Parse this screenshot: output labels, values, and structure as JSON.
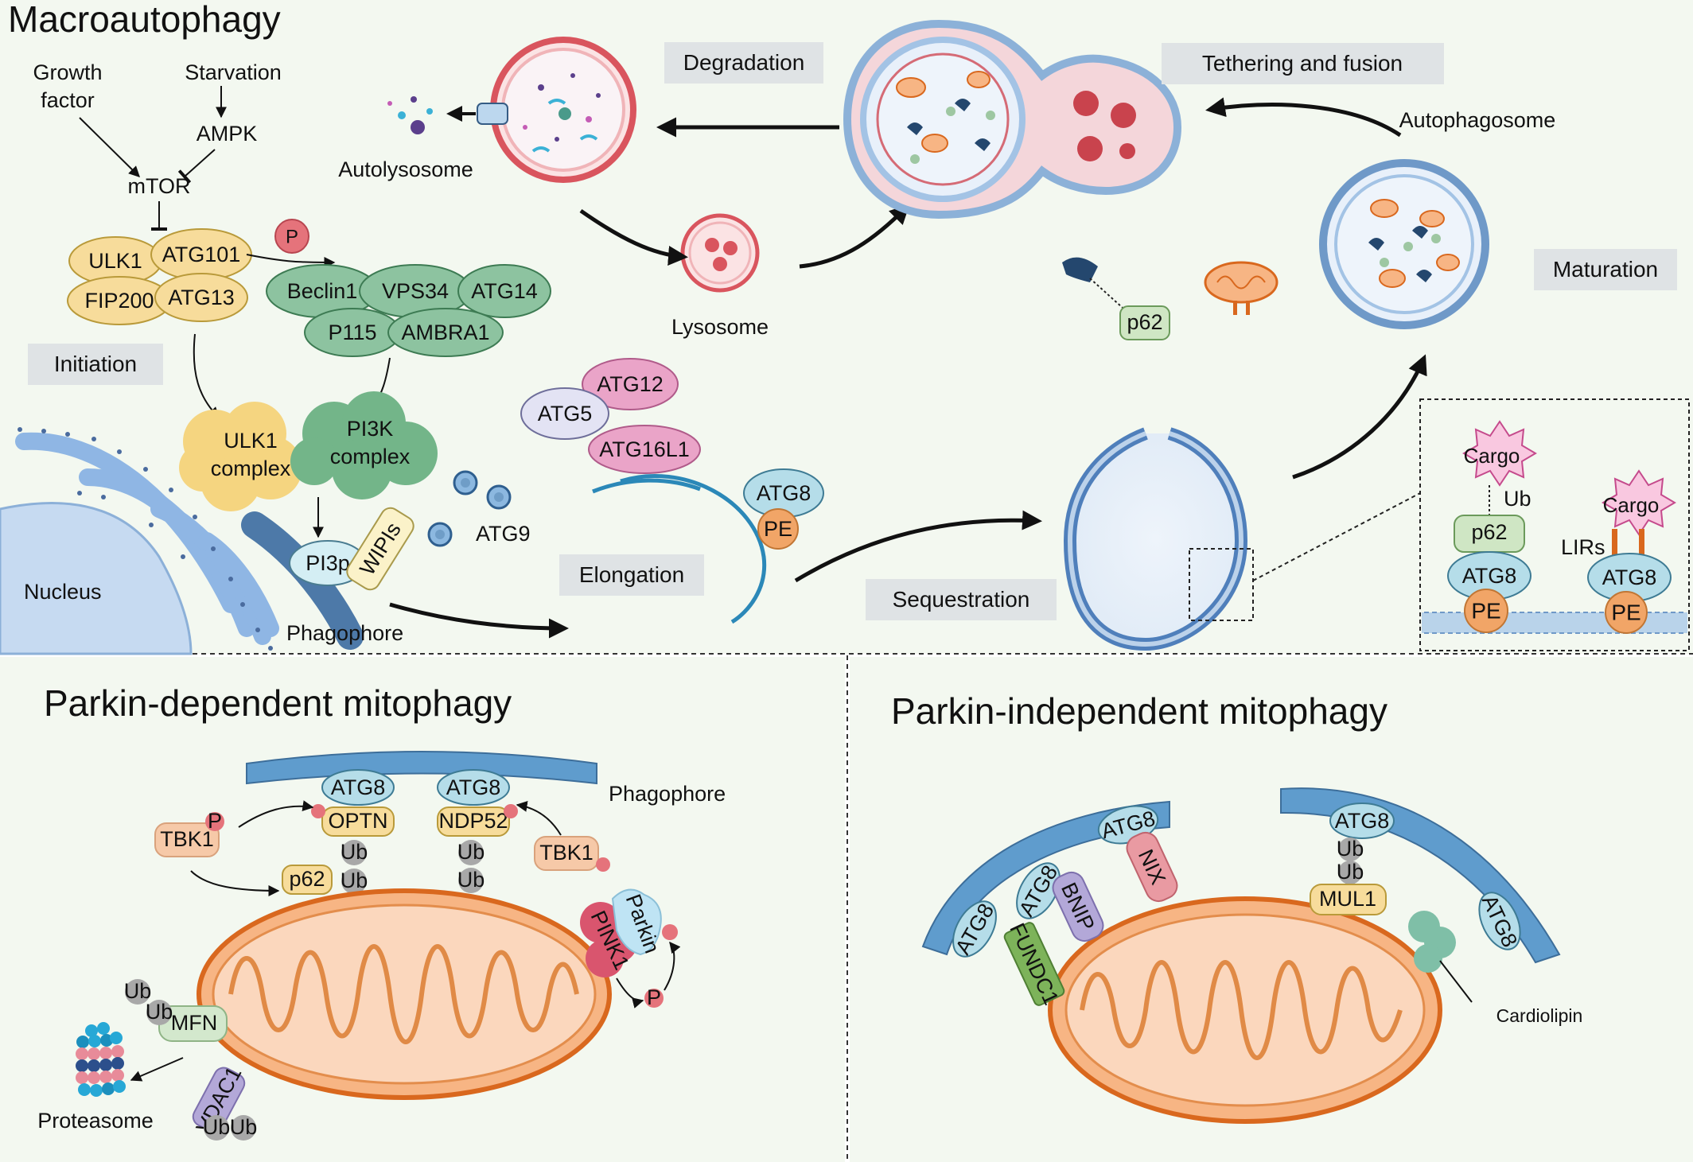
{
  "panels": {
    "macro": {
      "title": "Macroautophagy",
      "signals": {
        "growth_factor_1": "Growth",
        "growth_factor_2": "factor",
        "starvation": "Starvation",
        "ampk": "AMPK",
        "mtor": "mTOR"
      },
      "complexes": {
        "ulk1": "ULK1",
        "atg101": "ATG101",
        "fip200": "FIP200",
        "atg13": "ATG13",
        "p": "P",
        "beclin1": "Beclin1",
        "vps34": "VPS34",
        "atg14": "ATG14",
        "p115": "P115",
        "ambra1": "AMBRA1"
      },
      "stages": {
        "initiation": "Initiation",
        "elongation": "Elongation",
        "sequestration": "Sequestration",
        "maturation": "Maturation",
        "degradation": "Degradation",
        "tethering": "Tethering and fusion"
      },
      "cloud_labels": {
        "ulk1_complex_1": "ULK1",
        "ulk1_complex_2": "complex",
        "pi3k_complex_1": "PI3K",
        "pi3k_complex_2": "complex"
      },
      "structures": {
        "nucleus": "Nucleus",
        "phagophore": "Phagophore",
        "pi3p": "PI3p",
        "wipis": "WIPIs",
        "atg9": "ATG9",
        "autolysosome": "Autolysosome",
        "lysosome": "Lysosome",
        "autophagosome": "Autophagosome"
      },
      "elongation_proteins": {
        "atg12": "ATG12",
        "atg5": "ATG5",
        "atg16l1": "ATG16L1",
        "atg8": "ATG8",
        "pe": "PE"
      },
      "p62_label": "p62",
      "inset": {
        "cargo": "Cargo",
        "ub": "Ub",
        "p62": "p62",
        "atg8": "ATG8",
        "pe": "PE",
        "lirs": "LIRs"
      }
    },
    "parkin_dep": {
      "title": "Parkin-dependent mitophagy",
      "phagophore": "Phagophore",
      "atg8": "ATG8",
      "optn": "OPTN",
      "ndp52": "NDP52",
      "tbk1": "TBK1",
      "p": "P",
      "p62": "p62",
      "ub": "Ub",
      "pink1": "PINK1",
      "parkin": "Parkin",
      "mfn": "MFN",
      "vdac1": "VDAC1",
      "proteasome": "Proteasome"
    },
    "parkin_indep": {
      "title": "Parkin-independent mitophagy",
      "atg8": "ATG8",
      "fundc1": "FUNDC1",
      "bnip": "BNIP",
      "nix": "NIX",
      "ub": "Ub",
      "mul1": "MUL1",
      "cardiolipin": "Cardiolipin"
    }
  },
  "colors": {
    "panel_bg": "#f3f8f0",
    "stage_box": "#dfe3e5",
    "ulk_yellow": "#f7dc9b",
    "pi3k_green": "#8dc3a0",
    "pink": "#e9a3c6",
    "lavender": "#e3e3f4",
    "atg8_blue": "#b5dde9",
    "pe_orange": "#f1a567",
    "mito_orange": "#f7b584",
    "mito_edge": "#d9681e",
    "phagophore_blue": "#5f9ccd",
    "lyso_red": "#d9555e",
    "ub_gray": "#a8a8a8",
    "tbk1_peach": "#f6c9a8",
    "p62_green": "#cfe6c4"
  }
}
